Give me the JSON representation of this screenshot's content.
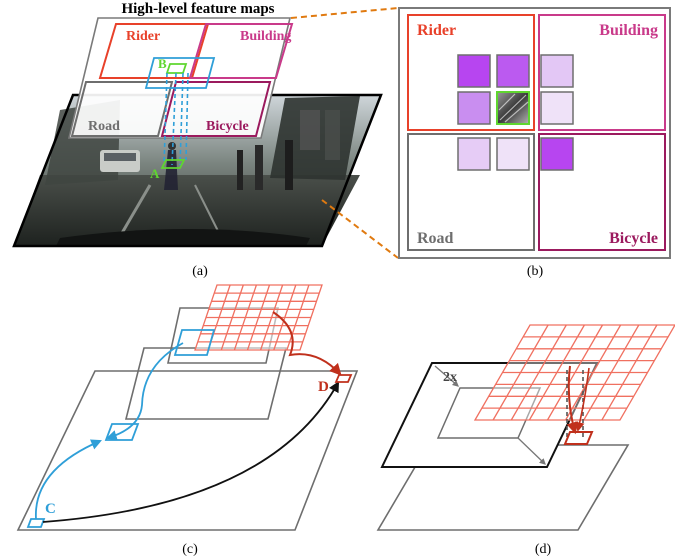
{
  "panel_a": {
    "title": "High-level feature maps",
    "regions": {
      "rider": "Rider",
      "building": "Building",
      "road": "Road",
      "bicycle": "Bicycle"
    },
    "points": {
      "a": "A",
      "b": "B"
    },
    "caption": "(a)"
  },
  "panel_b": {
    "regions": {
      "rider": "Rider",
      "building": "Building",
      "road": "Road",
      "bicycle": "Bicycle"
    },
    "caption": "(b)"
  },
  "panel_c": {
    "points": {
      "c": "C",
      "d": "D"
    },
    "caption": "(c)"
  },
  "panel_d": {
    "scale": "2x",
    "caption": "(d)"
  },
  "colors": {
    "rider": "#e8412a",
    "building": "#c93a8a",
    "bicycle": "#9b1a5e",
    "road": "#6e6e6e",
    "connector": "#e07a10",
    "cyan": "#2f9fd8",
    "green": "#5fd62f",
    "grid": "#f07060",
    "dark_red": "#c0301c",
    "cell_strong": "#b745f0",
    "cell_mid": "#c98ef0",
    "cell_light": "#e3c7f5",
    "cell_pale": "#efe2f8"
  }
}
